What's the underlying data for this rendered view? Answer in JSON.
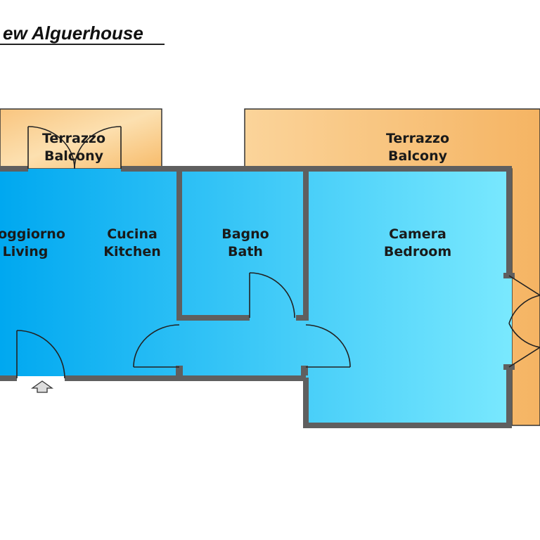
{
  "title": "ew Alguerhouse",
  "rooms": {
    "balcony_left": {
      "line1": "Terrazzo",
      "line2": "Balcony"
    },
    "balcony_right": {
      "line1": "Terrazzo",
      "line2": "Balcony"
    },
    "living": {
      "line1": "oggiorno",
      "line2": "Living"
    },
    "kitchen": {
      "line1": "Cucina",
      "line2": "Kitchen"
    },
    "bath": {
      "line1": "Bagno",
      "line2": "Bath"
    },
    "bedroom": {
      "line1": "Camera",
      "line2": "Bedroom"
    }
  },
  "colors": {
    "balcony_light": "#fce0b0",
    "balcony_dark": "#f8bf74",
    "room_left": "#00a8f0",
    "room_right": "#80ecff",
    "wall": "#5f5f5f"
  }
}
